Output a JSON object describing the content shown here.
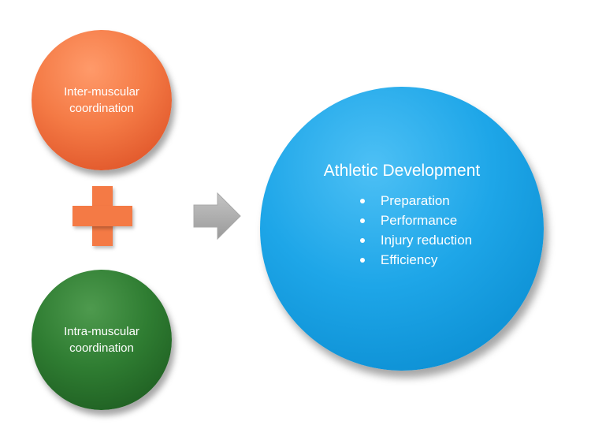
{
  "diagram": {
    "inter_circle": {
      "label": "Inter-muscular coordination",
      "color": "#f47a45"
    },
    "intra_circle": {
      "label": "Intra-muscular coordination",
      "color": "#2f7d32"
    },
    "plus_symbol": {
      "icon": "plus-icon",
      "color": "#f47a45"
    },
    "arrow": {
      "icon": "right-arrow-icon",
      "color": "#aaaaaa"
    },
    "result_circle": {
      "title": "Athletic Development",
      "color": "#1ea6e8",
      "items": [
        "Preparation",
        "Performance",
        "Injury reduction",
        "Efficiency"
      ]
    }
  }
}
